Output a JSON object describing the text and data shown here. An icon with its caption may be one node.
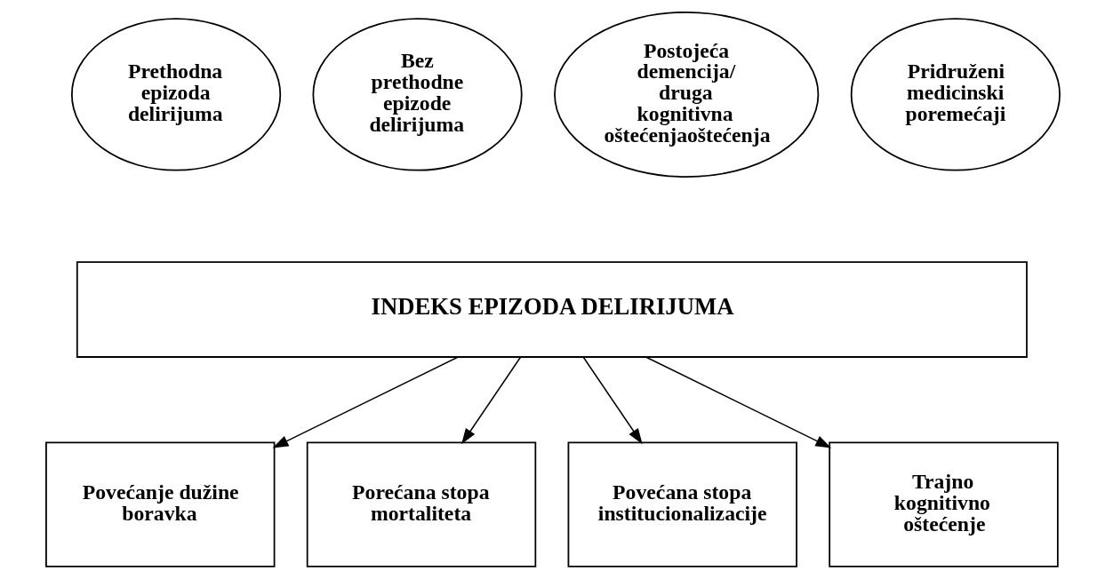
{
  "diagram": {
    "nodes": [
      {
        "text": [
          "Prethodna epizoda delirijuma"
        ]
      },
      {
        "text": [
          "Bez prethodne epizode delirijuma"
        ]
      },
      {
        "text": [
          "Postojeća demencija/ druga kognitivna oštećenjaoštećenja"
        ]
      },
      {
        "text": [
          "Pridruženi medicinski poremećaji"
        ]
      },
      {
        "text": [
          "INDEKS EPIZODA DELIRIJUMA"
        ]
      },
      {
        "text": [
          "Povećanje dužine boravka"
        ]
      },
      {
        "text": [
          "Porećana stopa mortaliteta"
        ]
      },
      {
        "text": [
          "Povećana stopa institucionalizacije"
        ]
      },
      {
        "text": [
          "Trajno kognitivno oštećenje"
        ]
      }
    ],
    "edges": [
      {
        "from": 4,
        "to": 5,
        "arrow": "to"
      },
      {
        "from": 4,
        "to": 6,
        "arrow": "to"
      },
      {
        "from": 4,
        "to": 7,
        "arrow": "to"
      },
      {
        "from": 4,
        "to": 8,
        "arrow": "to"
      }
    ]
  }
}
